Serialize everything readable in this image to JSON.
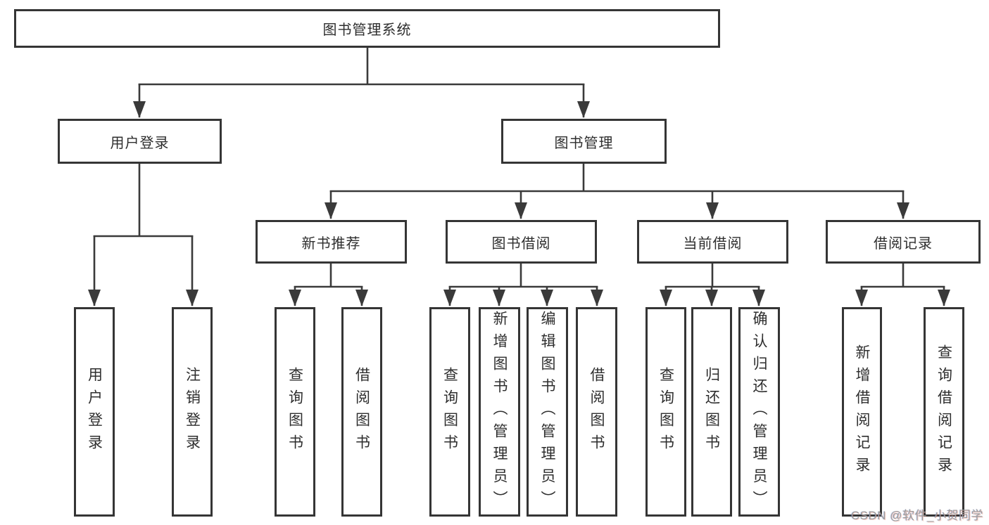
{
  "tree": {
    "root": {
      "label": "图书管理系统",
      "children": [
        {
          "label": "用户登录",
          "children": [
            {
              "label": "用户登录"
            },
            {
              "label": "注销登录"
            }
          ]
        },
        {
          "label": "图书管理",
          "children": [
            {
              "label": "新书推荐",
              "children": [
                {
                  "label": "查询图书"
                },
                {
                  "label": "借阅图书"
                }
              ]
            },
            {
              "label": "图书借阅",
              "children": [
                {
                  "label": "查询图书"
                },
                {
                  "label": "新增图书（管理员）"
                },
                {
                  "label": "编辑图书（管理员）"
                },
                {
                  "label": "借阅图书"
                }
              ]
            },
            {
              "label": "当前借阅",
              "children": [
                {
                  "label": "查询图书"
                },
                {
                  "label": "归还图书"
                },
                {
                  "label": "确认归还（管理员）"
                }
              ]
            },
            {
              "label": "借阅记录",
              "children": [
                {
                  "label": "新增借阅记录"
                },
                {
                  "label": "查询借阅记录"
                }
              ]
            }
          ]
        }
      ]
    }
  },
  "watermark": "CSDN @软件_小贺同学",
  "colors": {
    "line": "#3a3a3a",
    "box_border": "#353535",
    "box_fill": "#ffffff",
    "text": "#2e2e2e",
    "background": "#ffffff",
    "watermark": "#9c9c9c"
  }
}
